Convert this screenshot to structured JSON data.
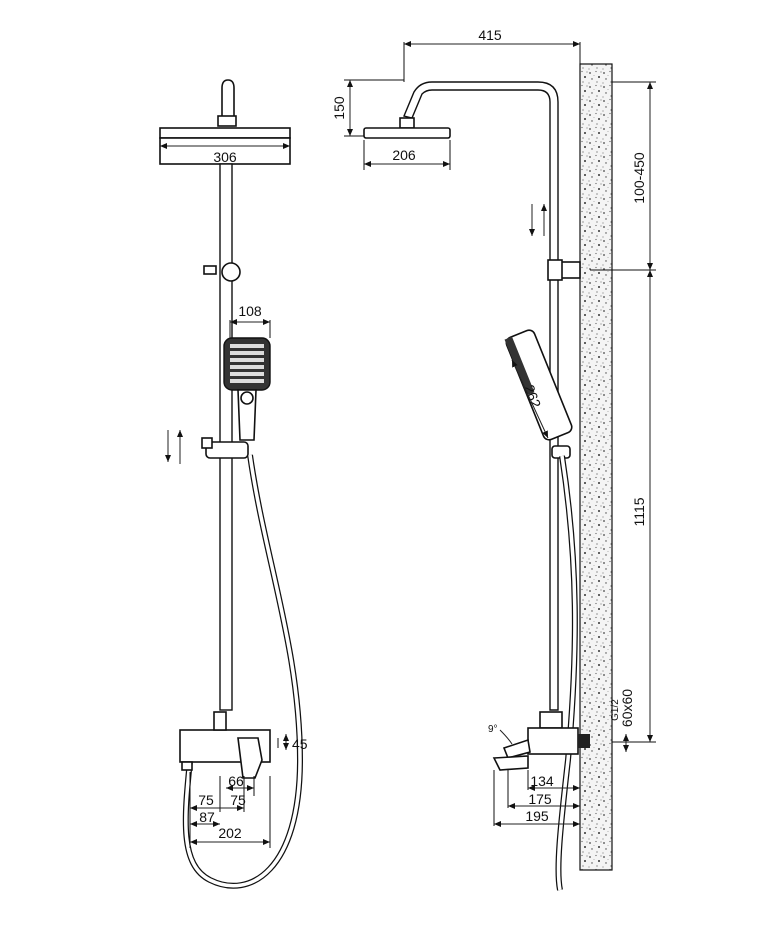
{
  "front_view": {
    "dims": {
      "head_diameter": "306",
      "handshower_width": "108",
      "spout_offset": "45",
      "handle_width": "66",
      "span_left": "75",
      "span_right": "75",
      "depth_87": "87",
      "overall_202": "202"
    }
  },
  "side_view": {
    "dims": {
      "arm_reach": "415",
      "head_drop": "150",
      "head_size": "206",
      "bracket_adjust": "100-450",
      "handshower_length": "262",
      "rail_height": "1115",
      "thread": "G1/2",
      "connector": "60x60",
      "angle": "9°",
      "spout_134": "134",
      "spout_175": "175",
      "spout_195": "195"
    }
  },
  "colors": {
    "line": "#111111",
    "wall": "#f2f2f2"
  }
}
